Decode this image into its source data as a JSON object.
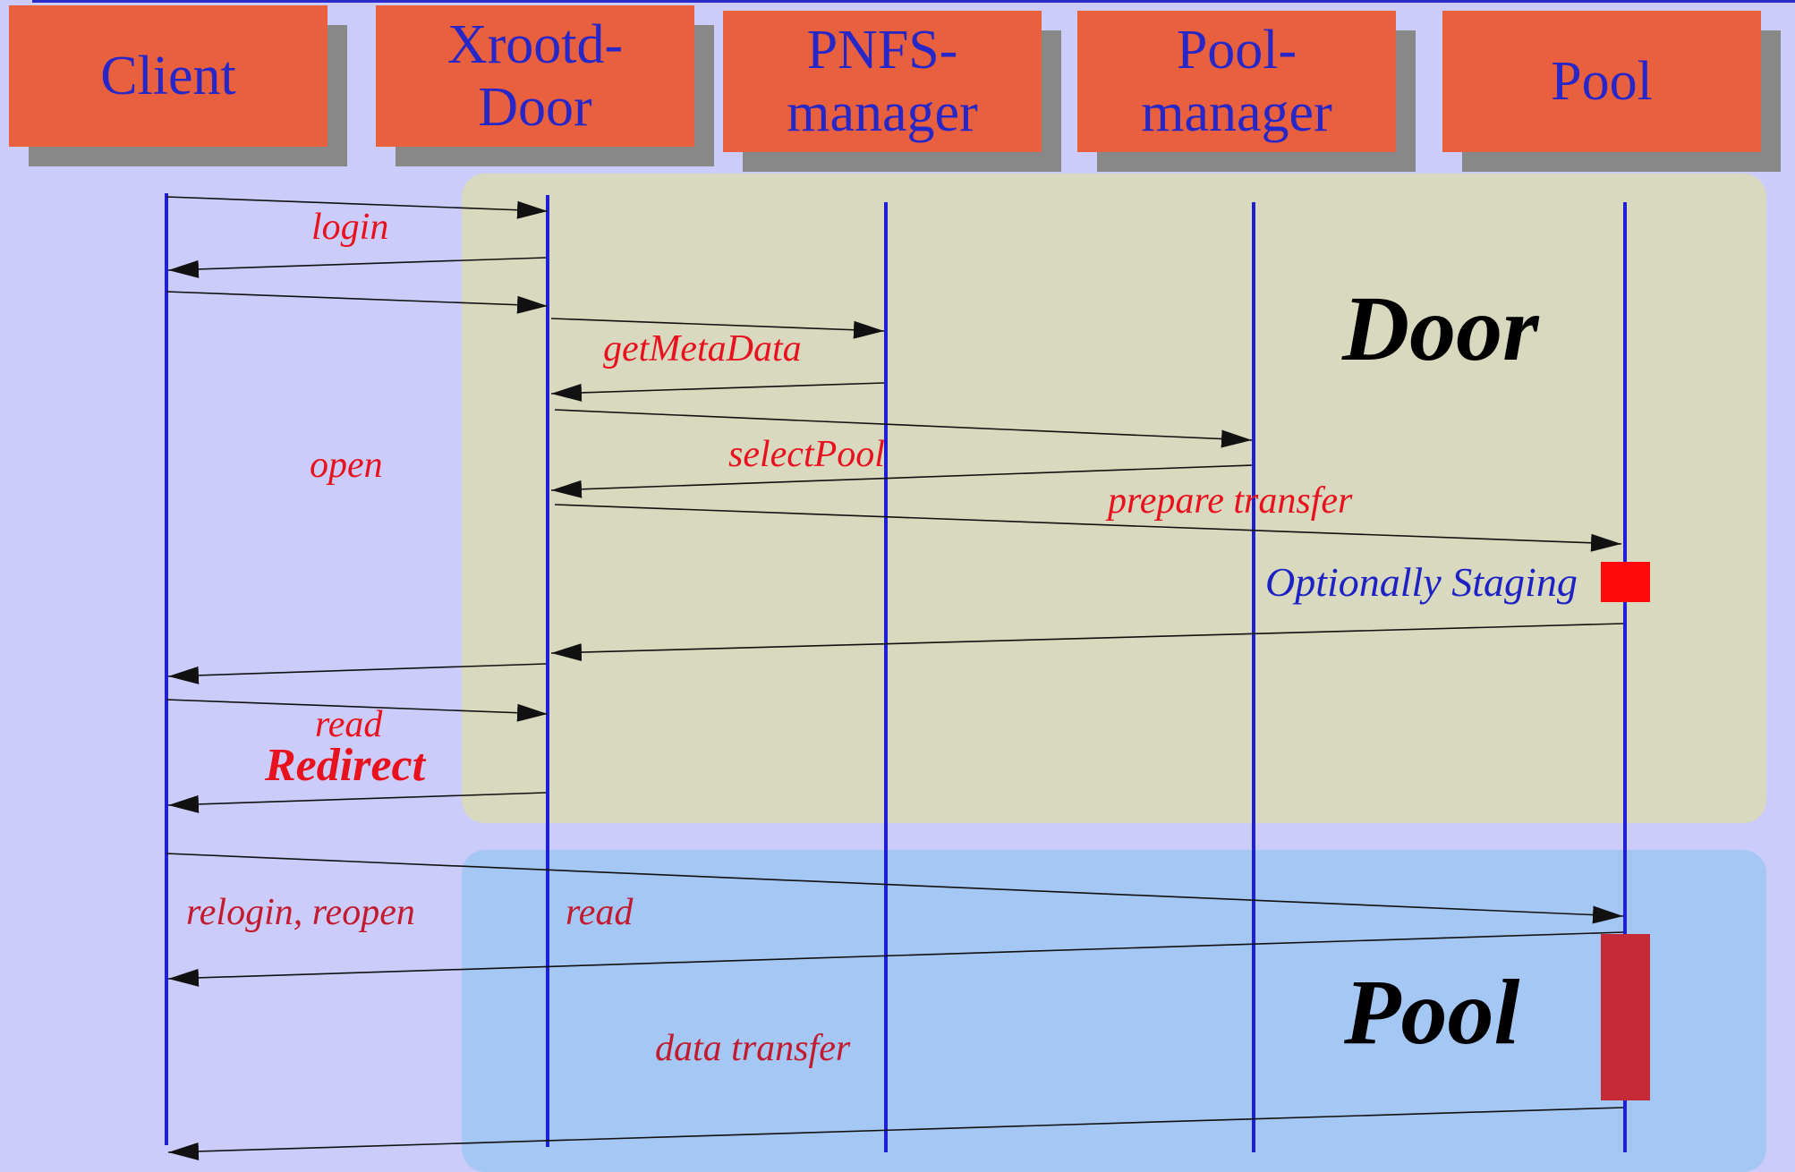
{
  "participants": [
    {
      "id": "client",
      "label": "Client"
    },
    {
      "id": "xrootd_door",
      "label": "Xrootd-\nDoor"
    },
    {
      "id": "pnfs_manager",
      "label": "PNFS-\nmanager"
    },
    {
      "id": "pool_manager",
      "label": "Pool-\nmanager"
    },
    {
      "id": "pool",
      "label": "Pool"
    }
  ],
  "regions": {
    "door": "Door",
    "pool": "Pool"
  },
  "messages": {
    "login": "login",
    "get_meta_data": "getMetaData",
    "open": "open",
    "select_pool": "selectPool",
    "prepare_transfer": "prepare transfer",
    "optionally_staging": "Optionally Staging",
    "read": "read",
    "redirect": "Redirect",
    "relogin_reopen": "relogin, reopen",
    "read_pool": "read",
    "data_transfer": "data transfer"
  },
  "colors": {
    "background": "#ccccfa",
    "participant_box": "#e9603e",
    "participant_text": "#2727c8",
    "lifeline": "#1f1fd6",
    "door_region": "#d8d9bf",
    "pool_region": "#a5c7f3",
    "message_text": "#e8121e",
    "staging_marker": "#ff0a0a",
    "transfer_bar": "#c52a38"
  }
}
